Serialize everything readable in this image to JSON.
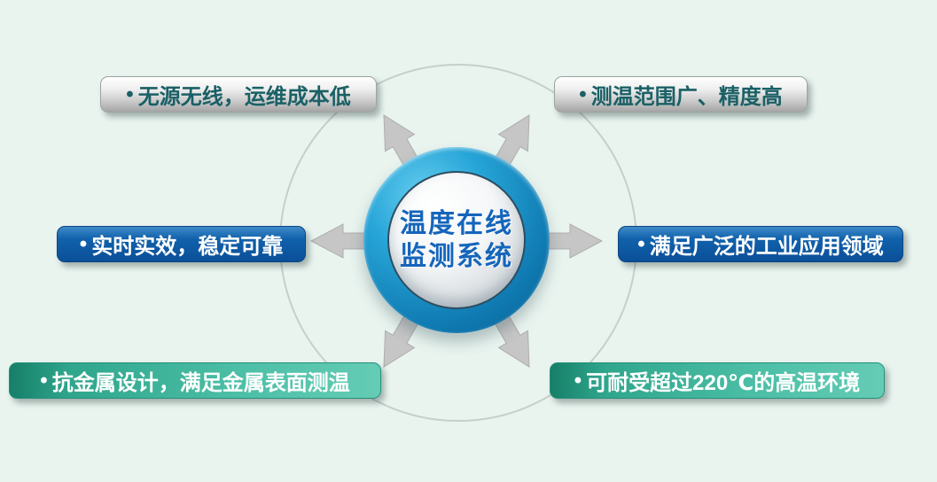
{
  "diagram": {
    "center": {
      "line1": "温度在线",
      "line2": "监测系统"
    },
    "bullet": "•",
    "features": [
      {
        "text": "无源无线，运维成本低",
        "position": "top-left",
        "style": "silver"
      },
      {
        "text": "测温范围广、精度高",
        "position": "top-right",
        "style": "silver"
      },
      {
        "text": "实时实效，稳定可靠",
        "position": "middle-left",
        "style": "blue"
      },
      {
        "text": "满足广泛的工业应用领域",
        "position": "middle-right",
        "style": "blue"
      },
      {
        "text": "抗金属设计，满足金属表面测温",
        "position": "bottom-left",
        "style": "teal"
      },
      {
        "text": "可耐受超过220℃的高温环境",
        "position": "bottom-right",
        "style": "teal"
      }
    ],
    "colors": {
      "background": "#e9f4ef",
      "silver_text": "#1a6066",
      "blue_box": "#0d5ca8",
      "teal_box": "#3db49a",
      "sphere_ring": "#1590c8",
      "center_text": "#1565bb",
      "arrow": "#c6c6c6",
      "orbit": "#c7cfca"
    }
  }
}
